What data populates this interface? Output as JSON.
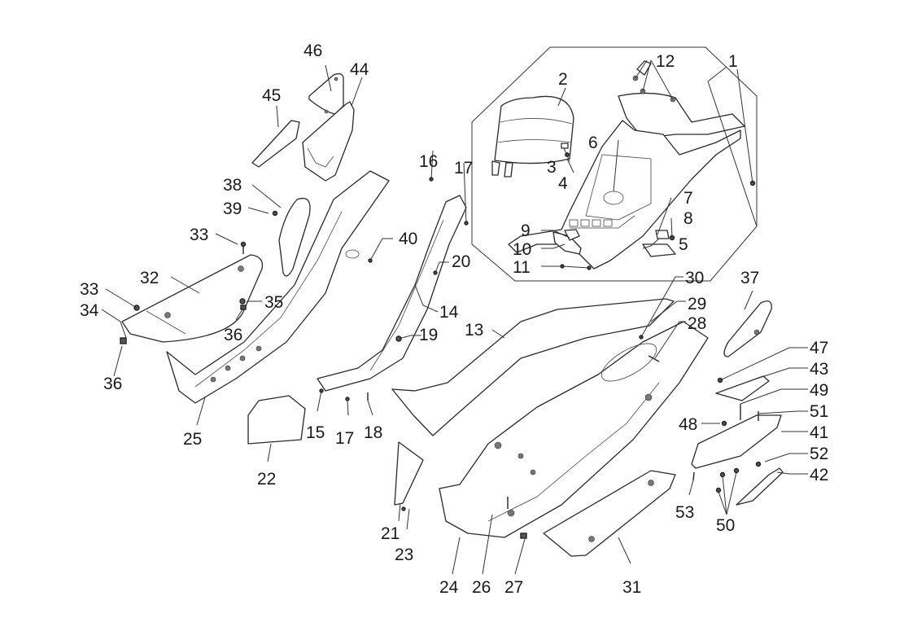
{
  "diagram": {
    "title": "Exploded parts diagram - scooter central cover, footrests and floor panels",
    "labels": [
      {
        "id": "1",
        "text": "1"
      },
      {
        "id": "2",
        "text": "2"
      },
      {
        "id": "3",
        "text": "3"
      },
      {
        "id": "4",
        "text": "4"
      },
      {
        "id": "5",
        "text": "5"
      },
      {
        "id": "6",
        "text": "6"
      },
      {
        "id": "7",
        "text": "7"
      },
      {
        "id": "8",
        "text": "8"
      },
      {
        "id": "9",
        "text": "9"
      },
      {
        "id": "10",
        "text": "10"
      },
      {
        "id": "11",
        "text": "11"
      },
      {
        "id": "12",
        "text": "12"
      },
      {
        "id": "13",
        "text": "13"
      },
      {
        "id": "14",
        "text": "14"
      },
      {
        "id": "15",
        "text": "15"
      },
      {
        "id": "16",
        "text": "16"
      },
      {
        "id": "17a",
        "text": "17"
      },
      {
        "id": "17b",
        "text": "17"
      },
      {
        "id": "18",
        "text": "18"
      },
      {
        "id": "19",
        "text": "19"
      },
      {
        "id": "20",
        "text": "20"
      },
      {
        "id": "21",
        "text": "21"
      },
      {
        "id": "22",
        "text": "22"
      },
      {
        "id": "23",
        "text": "23"
      },
      {
        "id": "24",
        "text": "24"
      },
      {
        "id": "25",
        "text": "25"
      },
      {
        "id": "26",
        "text": "26"
      },
      {
        "id": "27",
        "text": "27"
      },
      {
        "id": "28",
        "text": "28"
      },
      {
        "id": "29",
        "text": "29"
      },
      {
        "id": "30",
        "text": "30"
      },
      {
        "id": "31",
        "text": "31"
      },
      {
        "id": "32",
        "text": "32"
      },
      {
        "id": "33a",
        "text": "33"
      },
      {
        "id": "33b",
        "text": "33"
      },
      {
        "id": "34",
        "text": "34"
      },
      {
        "id": "35",
        "text": "35"
      },
      {
        "id": "36a",
        "text": "36"
      },
      {
        "id": "36b",
        "text": "36"
      },
      {
        "id": "37",
        "text": "37"
      },
      {
        "id": "38",
        "text": "38"
      },
      {
        "id": "39",
        "text": "39"
      },
      {
        "id": "40",
        "text": "40"
      },
      {
        "id": "41",
        "text": "41"
      },
      {
        "id": "42",
        "text": "42"
      },
      {
        "id": "43",
        "text": "43"
      },
      {
        "id": "44",
        "text": "44"
      },
      {
        "id": "45",
        "text": "45"
      },
      {
        "id": "46",
        "text": "46"
      },
      {
        "id": "47",
        "text": "47"
      },
      {
        "id": "48",
        "text": "48"
      },
      {
        "id": "49",
        "text": "49"
      },
      {
        "id": "50",
        "text": "50"
      },
      {
        "id": "51",
        "text": "51"
      },
      {
        "id": "52",
        "text": "52"
      },
      {
        "id": "53",
        "text": "53"
      }
    ]
  }
}
